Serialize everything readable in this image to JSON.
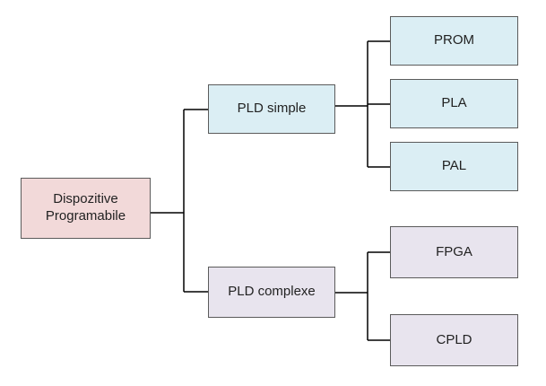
{
  "root": {
    "label": "Dispozitive\nProgramabile"
  },
  "branches": [
    {
      "label": "PLD simple",
      "children": [
        "PROM",
        "PLA",
        "PAL"
      ]
    },
    {
      "label": "PLD complexe",
      "children": [
        "FPGA",
        "CPLD"
      ]
    }
  ],
  "colors": {
    "root_fill": "#f2d9d9",
    "simple_fill": "#dbeef4",
    "complex_fill": "#e8e4ee",
    "border": "#5b5b5b",
    "connector": "#000000"
  }
}
